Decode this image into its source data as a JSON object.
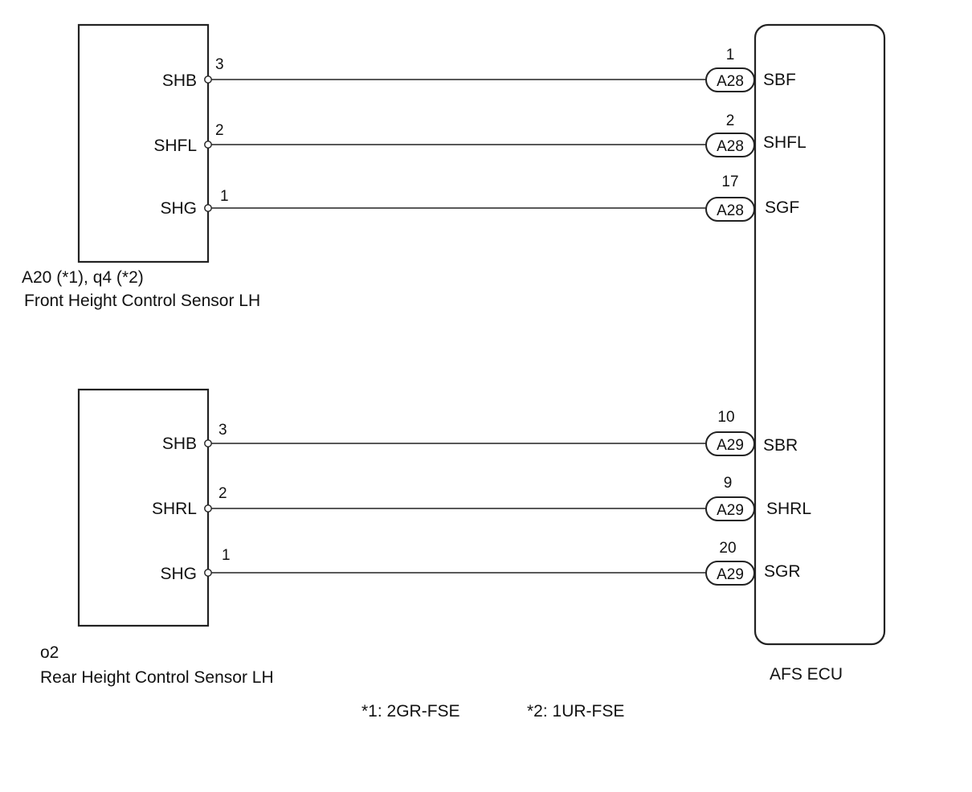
{
  "front_sensor": {
    "code": "A20 (*1), q4 (*2)",
    "name": "Front Height Control Sensor LH",
    "pins": [
      {
        "label": "SHB",
        "pin": "3"
      },
      {
        "label": "SHFL",
        "pin": "2"
      },
      {
        "label": "SHG",
        "pin": "1"
      }
    ]
  },
  "rear_sensor": {
    "code": "o2",
    "name": "Rear Height Control Sensor LH",
    "pins": [
      {
        "label": "SHB",
        "pin": "3"
      },
      {
        "label": "SHRL",
        "pin": "2"
      },
      {
        "label": "SHG",
        "pin": "1"
      }
    ]
  },
  "ecu": {
    "name": "AFS ECU",
    "front_pins": [
      {
        "connector": "A28",
        "pin": "1",
        "label": "SBF"
      },
      {
        "connector": "A28",
        "pin": "2",
        "label": "SHFL"
      },
      {
        "connector": "A28",
        "pin": "17",
        "label": "SGF"
      }
    ],
    "rear_pins": [
      {
        "connector": "A29",
        "pin": "10",
        "label": "SBR"
      },
      {
        "connector": "A29",
        "pin": "9",
        "label": "SHRL"
      },
      {
        "connector": "A29",
        "pin": "20",
        "label": "SGR"
      }
    ]
  },
  "notes": {
    "n1": "*1: 2GR-FSE",
    "n2": "*2: 1UR-FSE"
  }
}
